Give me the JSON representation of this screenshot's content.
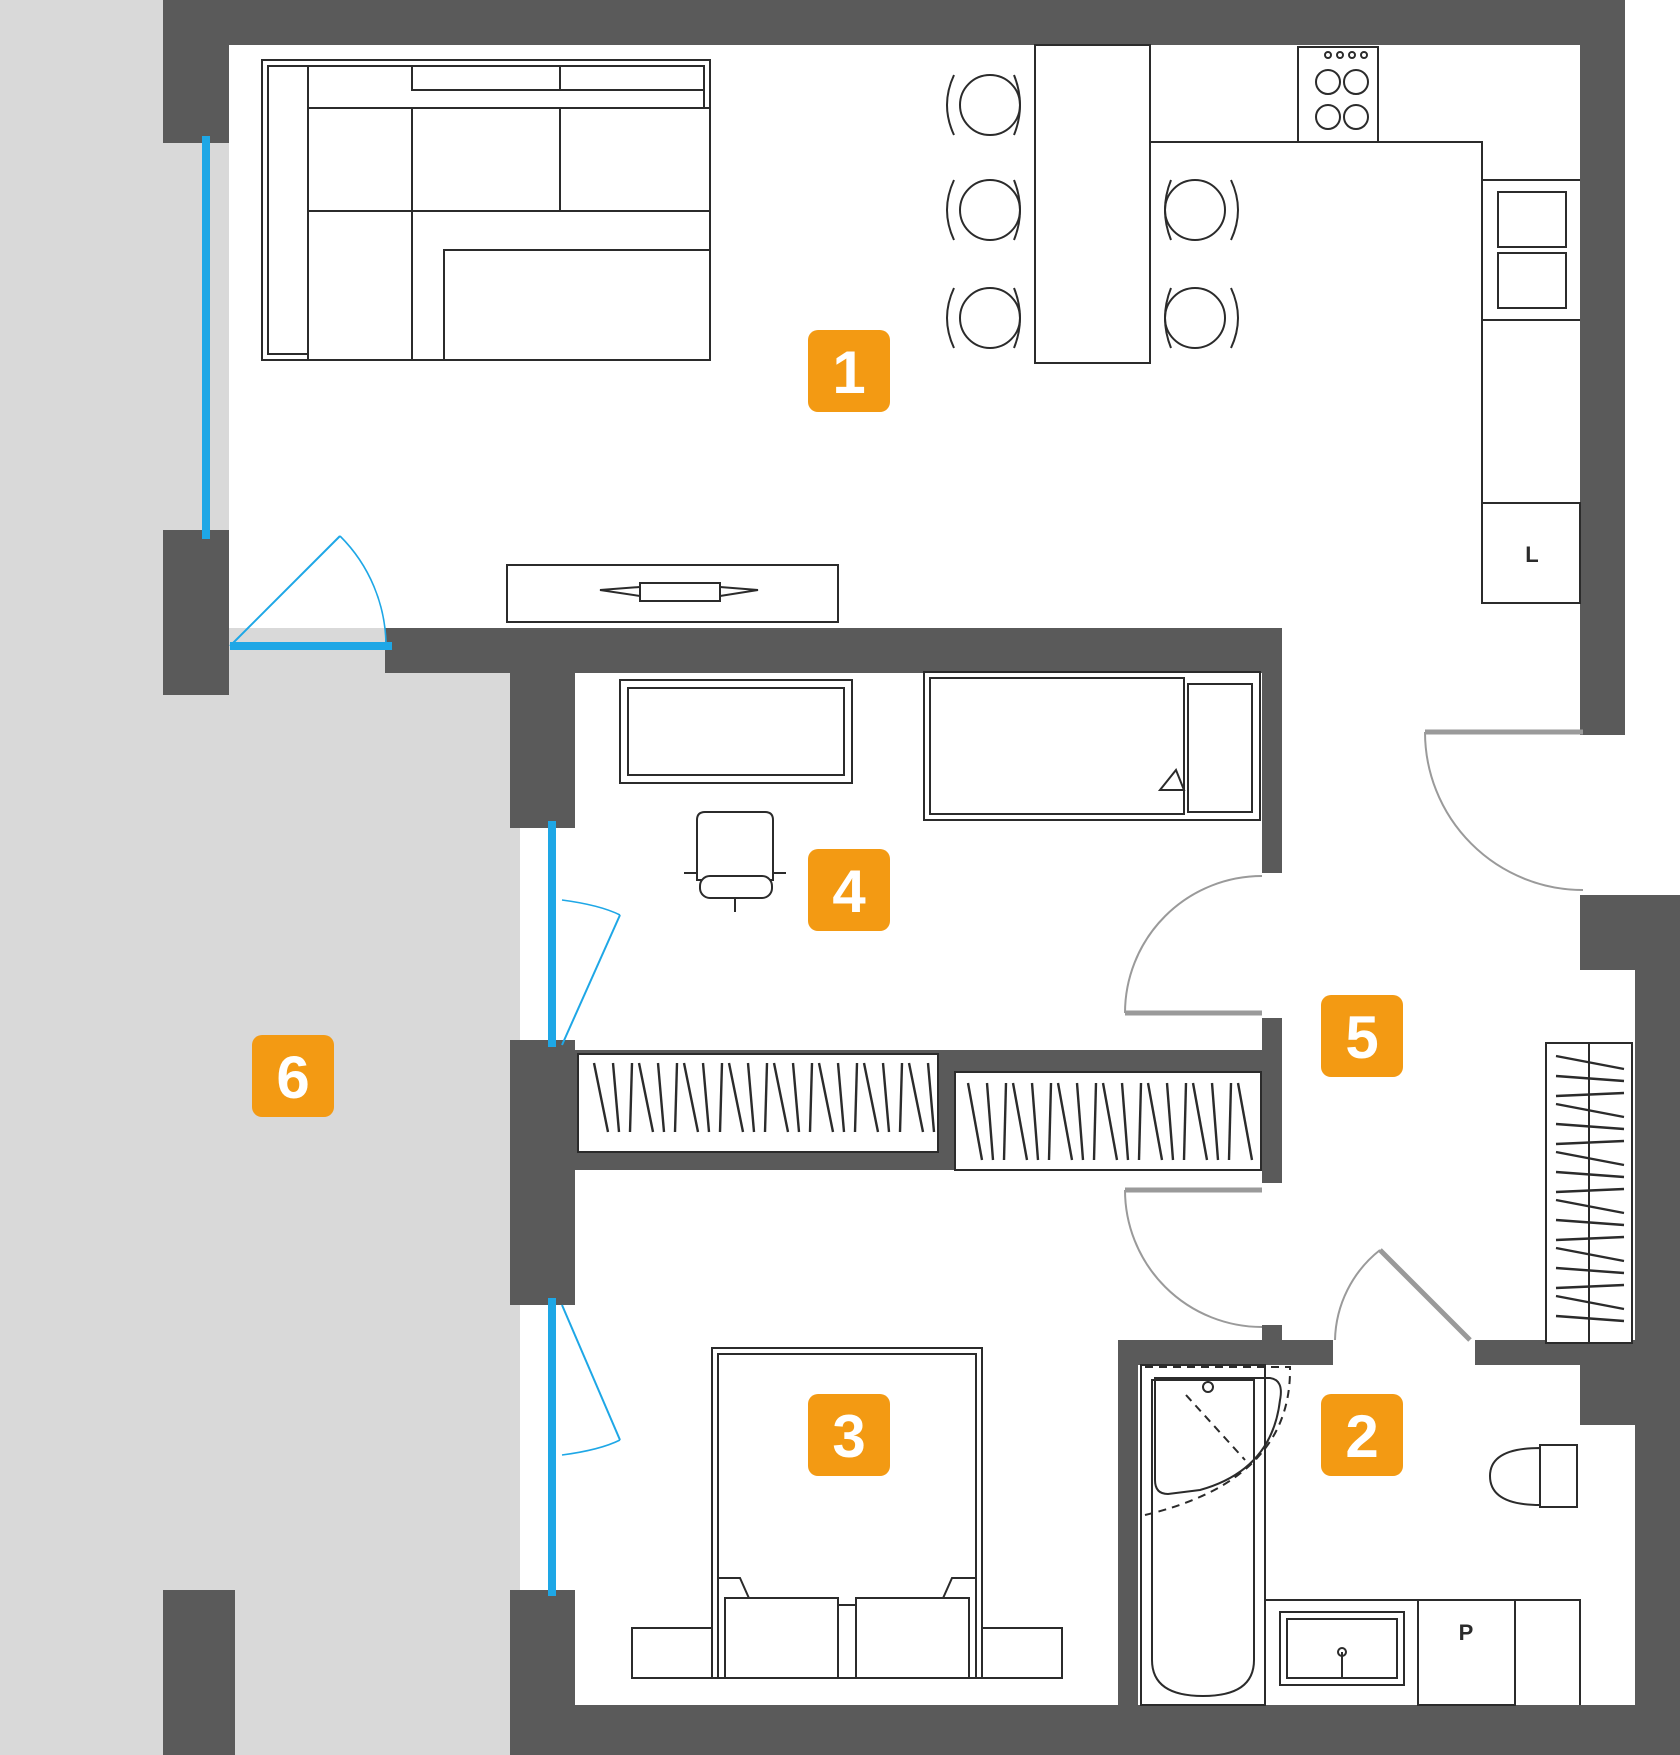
{
  "rooms": [
    {
      "id": "1",
      "label": "1"
    },
    {
      "id": "2",
      "label": "2"
    },
    {
      "id": "3",
      "label": "3"
    },
    {
      "id": "4",
      "label": "4"
    },
    {
      "id": "5",
      "label": "5"
    },
    {
      "id": "6",
      "label": "6"
    }
  ],
  "appliance_marks": {
    "boiler": "L",
    "washer": "P"
  },
  "colors": {
    "wall": "#5a5a5a",
    "balcony": "#d9d9d9",
    "window": "#1ea7e6",
    "badge": "#f39a13",
    "badge_text": "#ffffff"
  }
}
